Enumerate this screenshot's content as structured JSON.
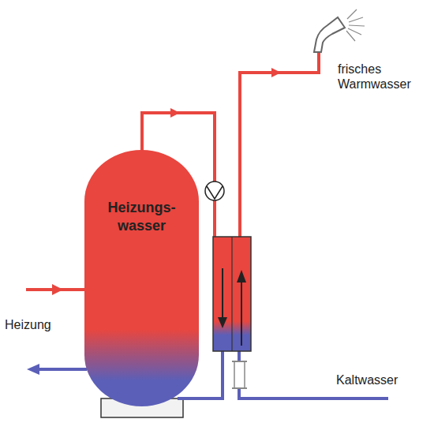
{
  "diagram": {
    "nodes": [
      {
        "text": [
          "Heizungs- wasser"
        ]
      }
    ],
    "labels": [
      "frisches Warmwasser",
      "Heizung",
      "Kaltwasser"
    ]
  }
}
